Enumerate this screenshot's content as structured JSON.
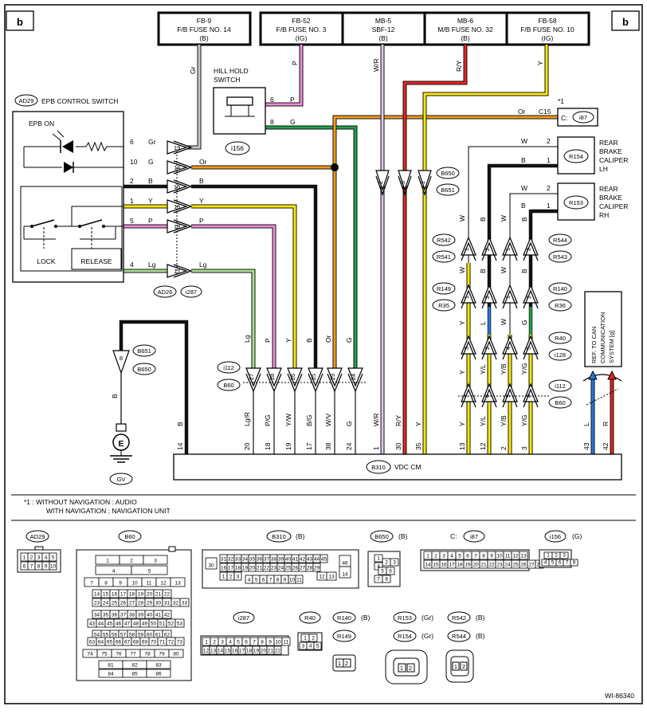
{
  "corner_tags": {
    "left": "b",
    "right": "b"
  },
  "fuses": [
    {
      "l1": "FB-9",
      "l2": "F/B FUSE NO. 14",
      "l3": "(B)"
    },
    {
      "l1": "FB-52",
      "l2": "F/B FUSE NO. 3",
      "l3": "(IG)"
    },
    {
      "l1": "MB-5",
      "l2": "SBF-12",
      "l3": "(B)"
    },
    {
      "l1": "MB-6",
      "l2": "M/B FUSE NO. 32",
      "l3": "(B)"
    },
    {
      "l1": "FB-58",
      "l2": "F/B FUSE NO. 10",
      "l3": "(IG)"
    }
  ],
  "epb": {
    "id": "AD29",
    "title": "EPB CONTROL SWITCH",
    "epb_on": "EPB ON",
    "lock": "LOCK",
    "release": "RELEASE"
  },
  "hill_hold": {
    "title1": "HILL HOLD",
    "title2": "SWITCH",
    "id": "i156",
    "pins": [
      "6",
      "8"
    ],
    "colors": [
      "P",
      "G"
    ]
  },
  "epb_pins": [
    {
      "pin": "6",
      "color": "Gr",
      "conn": "19",
      "out": "Gr"
    },
    {
      "pin": "10",
      "color": "G",
      "conn": "14",
      "out": "Or"
    },
    {
      "pin": "2",
      "color": "B",
      "conn": "15",
      "out": "B"
    },
    {
      "pin": "1",
      "color": "Y",
      "conn": "16",
      "out": "Y"
    },
    {
      "pin": "5",
      "color": "P",
      "conn": "18",
      "out": "P"
    },
    {
      "pin": "4",
      "color": "Lg",
      "conn": "17",
      "out": "Lg"
    }
  ],
  "epb_conn_ids": [
    "AD26",
    "i287"
  ],
  "c15": {
    "label": "Or",
    "pin": "C15",
    "id": "C:",
    "id2": "i87",
    "star": "*1"
  },
  "calipers": [
    {
      "id": "R154",
      "name1": "REAR",
      "name2": "BRAKE",
      "name3": "CALIPER",
      "name4": "LH",
      "w": "W",
      "b": "B",
      "p2": "2",
      "p1": "1"
    },
    {
      "id": "R153",
      "name1": "REAR",
      "name2": "BRAKE",
      "name3": "CALIPER",
      "name4": "RH",
      "w": "W",
      "b": "B",
      "p2": "2",
      "p1": "1"
    }
  ],
  "b650_ids": [
    "B650",
    "B651"
  ],
  "b650_pins": [
    "2",
    "5",
    "1"
  ],
  "right_conn_rows": [
    {
      "left": [
        "R542",
        "R541"
      ],
      "right": [
        "R544",
        "R543"
      ],
      "pins": [
        "1",
        "2",
        "1",
        "2"
      ]
    },
    {
      "left": [
        "R149",
        "R35"
      ],
      "right": [
        "R140",
        "R36"
      ],
      "pins": [
        "1",
        "2",
        "1",
        "2"
      ]
    },
    {
      "left": [],
      "right": [
        "R40",
        "i128"
      ],
      "pins": [
        "3",
        "2",
        "4",
        "5"
      ]
    },
    {
      "left": [],
      "right": [
        "i112",
        "B60"
      ],
      "pins": [
        "7",
        "6",
        "9",
        "8"
      ]
    }
  ],
  "wire_colors_right": {
    "top": [
      "W",
      "B",
      "W",
      "B"
    ],
    "mid": [
      "Y",
      "L",
      "W",
      "G"
    ],
    "low": [
      "Y",
      "Y/L",
      "Y/B",
      "Y/G"
    ],
    "bot": [
      "Y",
      "Y/L",
      "Y/B",
      "Y/G"
    ]
  },
  "ground": {
    "conn1": "B651",
    "conn2": "B650",
    "pin": "8",
    "wire": "B",
    "sym": "E",
    "id": "GV"
  },
  "mid_conn": {
    "ids": [
      "i112",
      "B60"
    ],
    "pins": [
      "27",
      "28",
      "26",
      "25",
      "29",
      "24"
    ],
    "wire_top": [
      "Lg",
      "P",
      "Y",
      "B",
      "Or",
      "G"
    ]
  },
  "vdc_cm": {
    "id": "B310",
    "name": "VDC CM",
    "pins": [
      {
        "pin": "14",
        "color": "B"
      },
      {
        "pin": "20",
        "color": "Lg/R"
      },
      {
        "pin": "18",
        "color": "P/G"
      },
      {
        "pin": "19",
        "color": "Y/W"
      },
      {
        "pin": "17",
        "color": "B/G"
      },
      {
        "pin": "38",
        "color": "W/V"
      },
      {
        "pin": "24",
        "color": "G"
      },
      {
        "pin": "1",
        "color": "W/R"
      },
      {
        "pin": "30",
        "color": "R/Y"
      },
      {
        "pin": "35",
        "color": "Y"
      },
      {
        "pin": "13",
        "color": "Y"
      },
      {
        "pin": "12",
        "color": "Y/L"
      },
      {
        "pin": "2",
        "color": "Y/B"
      },
      {
        "pin": "3",
        "color": "Y/G"
      },
      {
        "pin": "43",
        "color": "L"
      },
      {
        "pin": "42",
        "color": "R"
      }
    ]
  },
  "fuse_wire_colors": [
    "Gr",
    "P",
    "W/R",
    "R/Y",
    "Y"
  ],
  "can_ref": [
    "REF. TO CAN",
    "COMMUNICATION",
    "SYSTEM [g]"
  ],
  "footnote": {
    "l1": "*1  : WITHOUT NAVIGATION  : AUDIO",
    "l2": "WITH NAVIGATION  : NAVIGATION UNIT"
  },
  "legend": {
    "ad29": "AD29",
    "b60": "B60",
    "b310": "B310",
    "b310_tag": "(B)",
    "b650": "B650",
    "b650_tag": "(B)",
    "i87": "i87",
    "i87_prefix": "C:",
    "i156": "i156",
    "i156_tag": "(G)",
    "i287": "i287",
    "r40": "R40",
    "r140": "R140",
    "r140_tag": "(B)",
    "r149": "R149",
    "r153": "R153",
    "r153_tag": "(Gr)",
    "r154": "R154",
    "r154_tag": "(Gr)",
    "r542": "R542",
    "r542_tag": "(B)",
    "r544": "R544",
    "r544_tag": "(B)"
  },
  "code": "WI-86340",
  "colors": {
    "gray": "#c8c8c8",
    "pink": "#ee8bd9",
    "orange": "#f39a1c",
    "green": "#1ea34a",
    "yellow": "#ffea00",
    "black": "#111111",
    "red": "#e8231f",
    "blue": "#1f7be0",
    "lightgreen": "#a8e08e",
    "purple": "#dcc8e4"
  }
}
